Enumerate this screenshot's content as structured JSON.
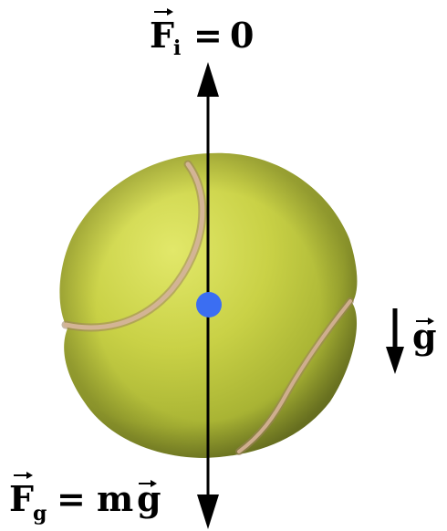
{
  "labels": {
    "inertial_force": {
      "symbol": "F",
      "subscript": "i",
      "equals": "=",
      "value": "0"
    },
    "gravity_vector": {
      "symbol": "g"
    },
    "gravitational_force": {
      "symbol": "F",
      "subscript": "g",
      "equals": "=",
      "mass": "m",
      "gravity": "g"
    }
  },
  "colors": {
    "ball_light": "#d6df5c",
    "ball_mid": "#b9c43a",
    "ball_dark": "#7f8a2a",
    "seam": "#c9a98a",
    "seam_dark": "#9a7f5f",
    "center_dot": "#3b6ef2",
    "arrow": "#000000"
  }
}
